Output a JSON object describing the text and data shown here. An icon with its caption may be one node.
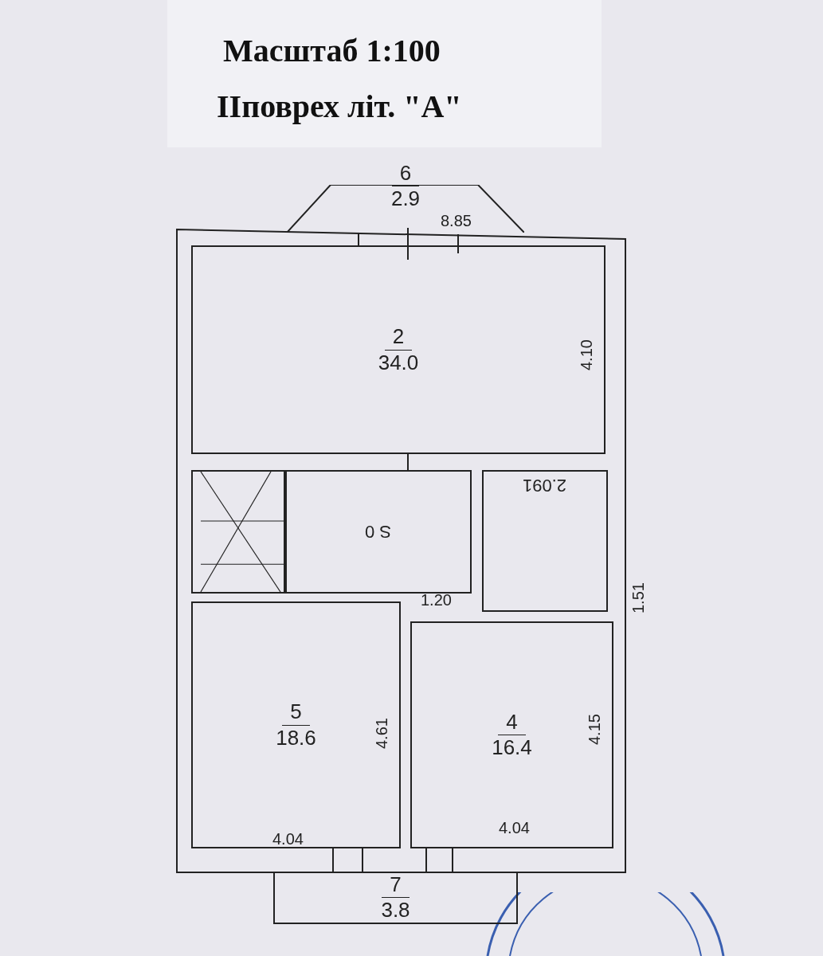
{
  "diagram": {
    "nodes": [
      {
        "text": [
          "6",
          "2.9"
        ]
      },
      {
        "text": [
          "2",
          "34.0"
        ]
      },
      {
        "text": [],
        "shape": "box"
      },
      {
        "text": [
          "S 0"
        ]
      },
      {
        "text": [
          "2.091"
        ]
      },
      {
        "text": [
          "5",
          "18.6"
        ]
      },
      {
        "text": [
          "4",
          "16.4"
        ]
      },
      {
        "text": [
          "7",
          "3.8"
        ]
      }
    ],
    "labels": [
      "Масштаб 1:100",
      "ІІповрех літ. \"А\"",
      "8.85",
      "4.10",
      "1.20",
      "1.51",
      "4.61",
      "4.15",
      "4.04",
      "4.04"
    ]
  }
}
